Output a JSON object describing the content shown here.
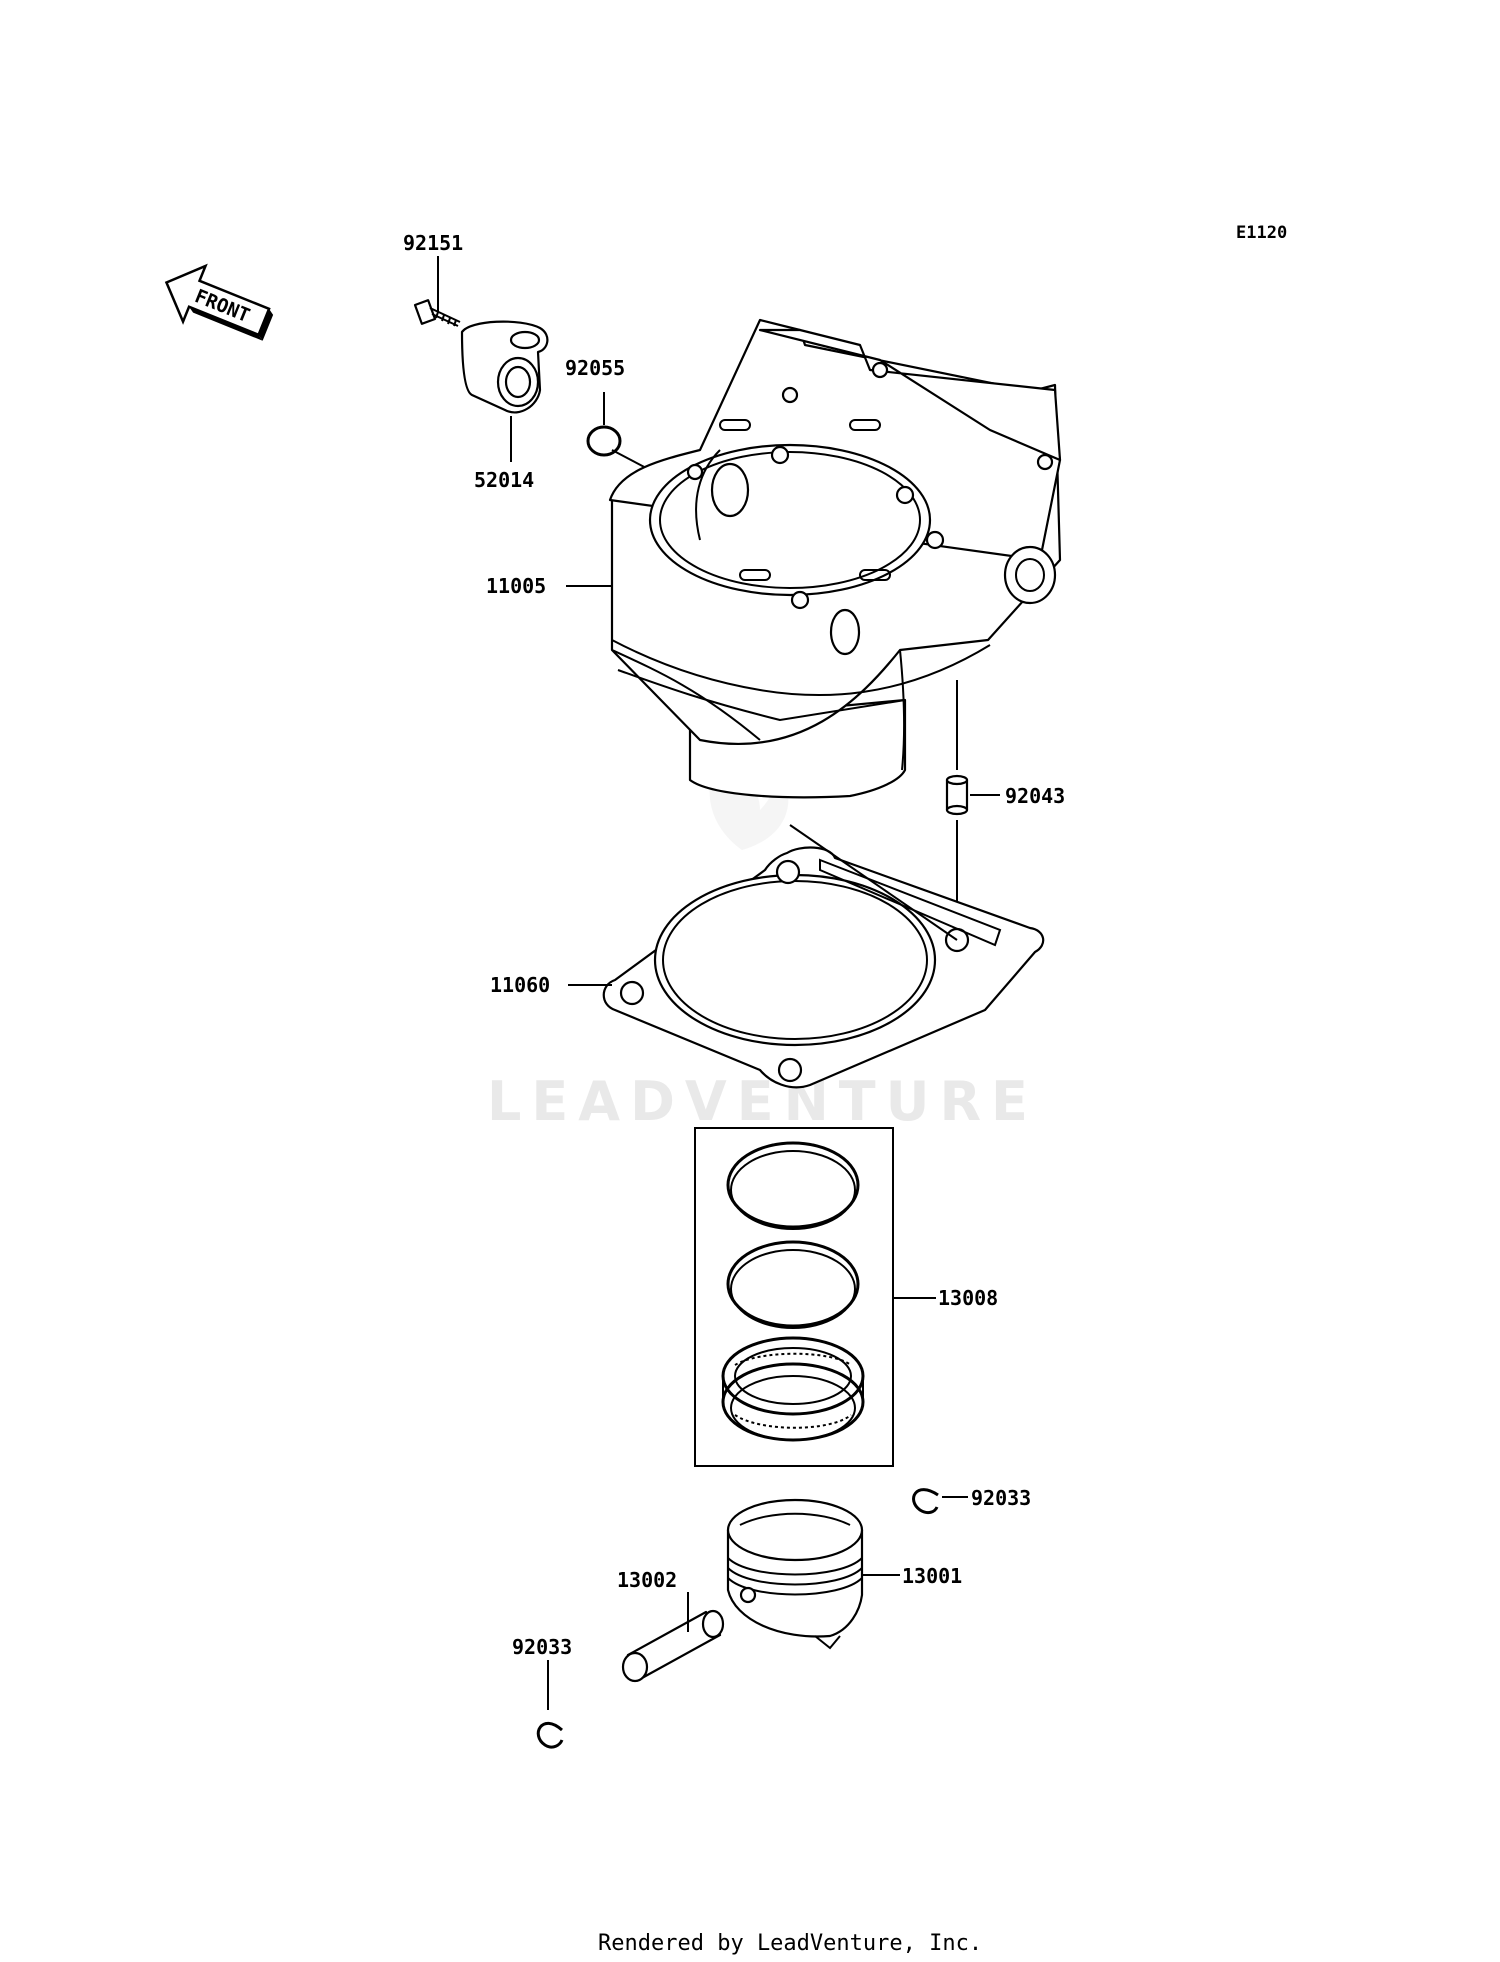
{
  "diagram": {
    "code": "E1120",
    "front_label": "FRONT",
    "watermark": "LEADVENTURE",
    "footer": "Rendered by LeadVenture, Inc.",
    "callouts": {
      "bolt": "92151",
      "fitting": "52014",
      "oring": "92055",
      "cylinder": "11005",
      "dowel": "92043",
      "gasket": "11060",
      "rings": "13008",
      "circlip_right": "92033",
      "piston": "13001",
      "pin": "13002",
      "circlip_left": "92033"
    }
  }
}
